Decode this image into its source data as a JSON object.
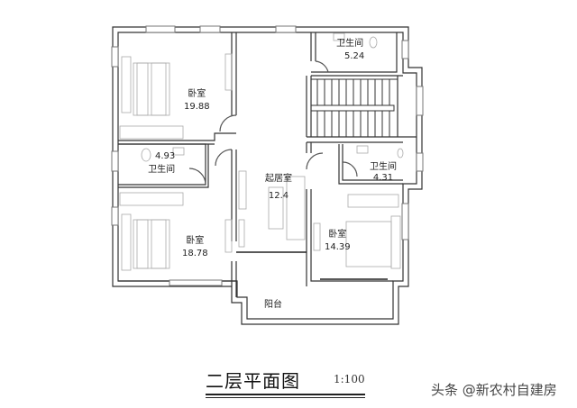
{
  "plan": {
    "title": "二层平面图",
    "scale": "1:100",
    "watermark": "头条 @新农村自建房",
    "colors": {
      "wall": "#333333",
      "furniture": "#bbbbbb",
      "window": "#888888"
    },
    "rooms": [
      {
        "id": "bedroom-nw",
        "name": "卧室",
        "area": "19.88"
      },
      {
        "id": "bath-ne",
        "name": "卫生间",
        "area": "5.24"
      },
      {
        "id": "bath-w",
        "name": "卫生间",
        "area": "4.93"
      },
      {
        "id": "living",
        "name": "起居室",
        "area": "12.4"
      },
      {
        "id": "bath-e",
        "name": "卫生间",
        "area": "4.31"
      },
      {
        "id": "bedroom-sw",
        "name": "卧室",
        "area": "18.78"
      },
      {
        "id": "bedroom-se",
        "name": "卧室",
        "area": "14.39"
      },
      {
        "id": "balcony",
        "name": "阳台",
        "area": ""
      }
    ]
  }
}
